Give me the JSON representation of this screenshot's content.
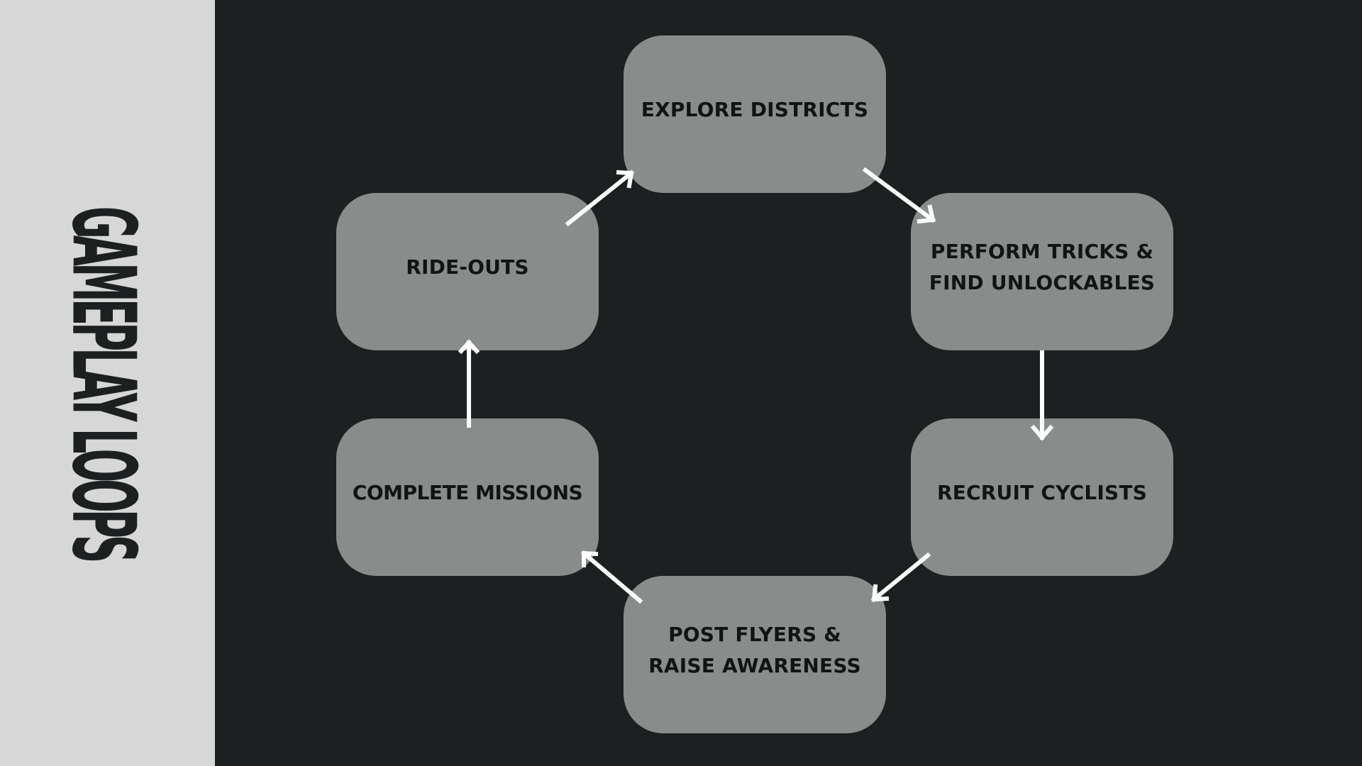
{
  "title": "GAMEPLAY LOOPS",
  "colors": {
    "background": "#1c2020",
    "sidebar": "#d7d7d7",
    "box": "#888d8c",
    "arrow": "#ffffff",
    "text": "#111414"
  },
  "steps": [
    {
      "label": "EXPLORE DISTRICTS"
    },
    {
      "label": "PERFORM TRICKS & FIND UNLOCKABLES"
    },
    {
      "label": "RECRUIT CYCLISTS"
    },
    {
      "label": "POST FLYERS & RAISE AWARENESS"
    },
    {
      "label": "COMPLETE MISSIONS"
    },
    {
      "label": "RIDE-OUTS"
    }
  ]
}
